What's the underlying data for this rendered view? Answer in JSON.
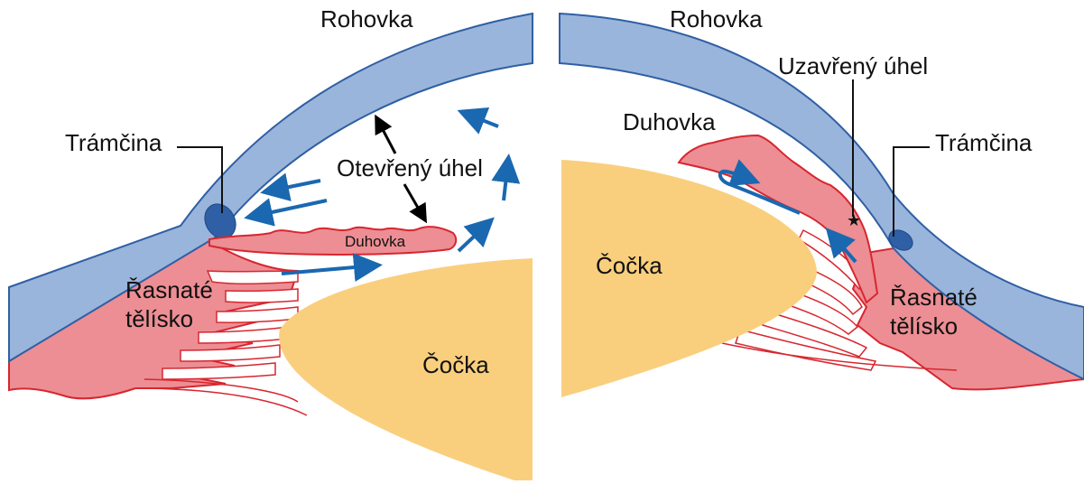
{
  "colors": {
    "cornea_fill": "#9ab5db",
    "cornea_stroke": "#2f5fa4",
    "iris_fill": "#ec8e94",
    "iris_stroke": "#d8262f",
    "lens_fill": "#f9cf7e",
    "flow_arrow": "#1a68b0",
    "black_arrow": "#000000"
  },
  "left": {
    "cornea": "Rohovka",
    "trabecular": "Trámčina",
    "open_angle": "Otevřený úhel",
    "iris": "Duhovka",
    "ciliary_line1": "Řasnaté",
    "ciliary_line2": "tělísko",
    "lens": "Čočka"
  },
  "right": {
    "cornea": "Rohovka",
    "closed_angle": "Uzavřený úhel",
    "iris": "Duhovka",
    "trabecular": "Trámčina",
    "lens": "Čočka",
    "ciliary_line1": "Řasnaté",
    "ciliary_line2": "tělísko"
  }
}
